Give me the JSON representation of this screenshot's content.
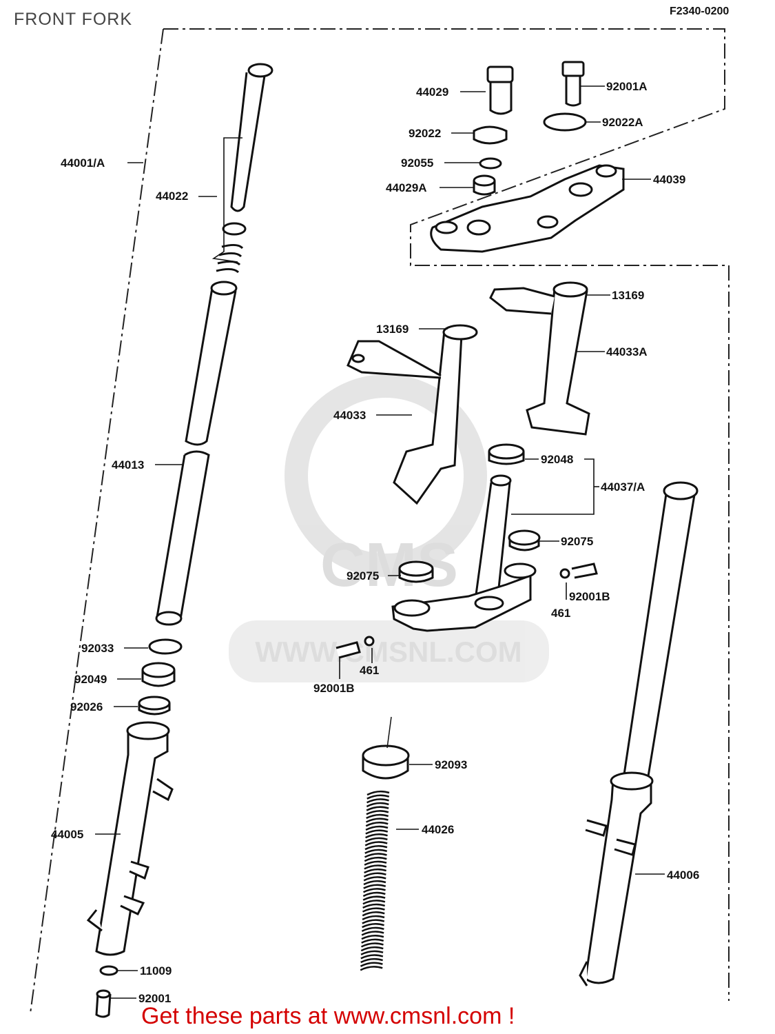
{
  "header": {
    "title": "FRONT FORK",
    "code": "F2340-0200"
  },
  "watermark": {
    "logo_text": "CMS",
    "url": "WWW.CMSNL.COM"
  },
  "footer": {
    "text": "Get these parts at www.cmsnl.com !"
  },
  "labels": {
    "p44001A": "44001/A",
    "p44022": "44022",
    "p44013": "44013",
    "p92033": "92033",
    "p92049": "92049",
    "p92026": "92026",
    "p44005": "44005",
    "p11009": "11009",
    "p92001": "92001",
    "p44029": "44029",
    "p92022": "92022",
    "p92055": "92055",
    "p44029A": "44029A",
    "p92001A": "92001A",
    "p92022A": "92022A",
    "p44039": "44039",
    "p13169a": "13169",
    "p13169b": "13169",
    "p44033A": "44033A",
    "p44033": "44033",
    "p92048": "92048",
    "p44037A": "44037/A",
    "p92075a": "92075",
    "p92075b": "92075",
    "p92001Ba": "92001B",
    "p461a": "461",
    "p461b": "461",
    "p92001Bb": "92001B",
    "p92093": "92093",
    "p44026": "44026",
    "p44006": "44006"
  }
}
